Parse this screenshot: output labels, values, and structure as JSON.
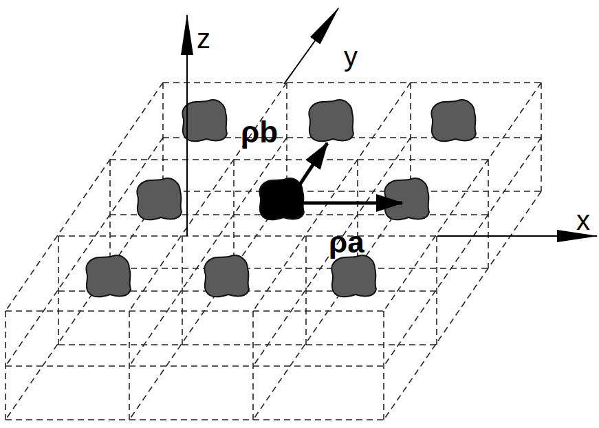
{
  "diagram": {
    "labels": [
      "z",
      "y",
      "x",
      "ρb",
      "ρa"
    ]
  }
}
